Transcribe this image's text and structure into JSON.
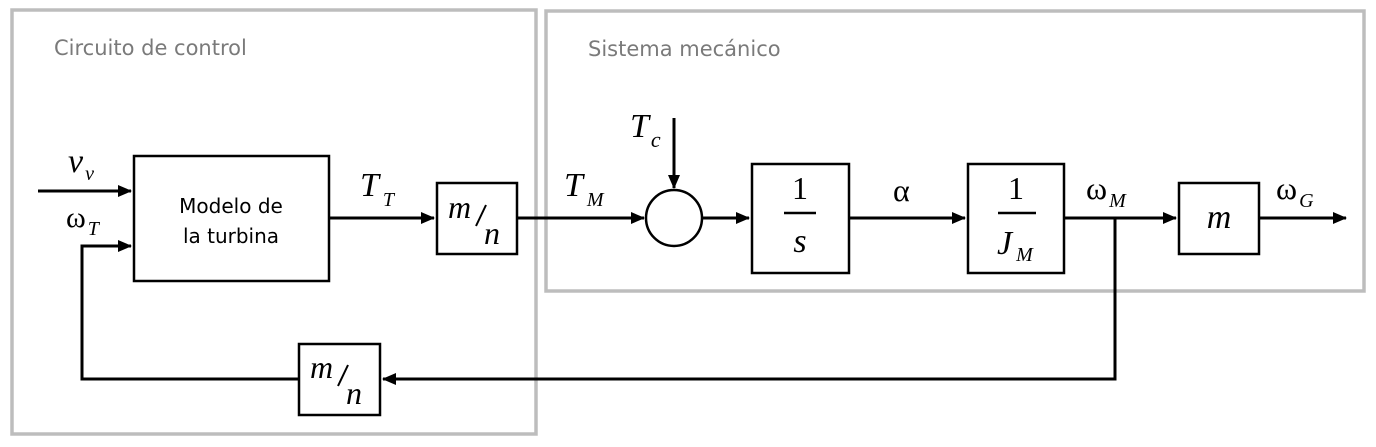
{
  "groups": {
    "control": "Circuito de control",
    "mechanical": "Sistema mecánico"
  },
  "signals": {
    "vv_main": "v",
    "vv_sub": "v",
    "wT_main": "ω",
    "wT_sub": "T",
    "TT_main": "T",
    "TT_sub": "T",
    "TM_main": "T",
    "TM_sub": "M",
    "Tc_main": "T",
    "Tc_sub": "c",
    "alpha": "α",
    "wM_main": "ω",
    "wM_sub": "M",
    "wG_main": "ω",
    "wG_sub": "G"
  },
  "blocks": {
    "turbine_line1": "Modelo de",
    "turbine_line2": "la turbina",
    "gear_num": "m",
    "gear_den": "n",
    "integrator_num": "1",
    "integrator_den": "s",
    "inertia_num": "1",
    "inertia_den_main": "J",
    "inertia_den_sub": "M",
    "gain": "m",
    "feedback_num": "m",
    "feedback_den": "n"
  },
  "colors": {
    "frame": "#bdbdbd",
    "group_label": "#7a7a7a",
    "line": "#000000"
  }
}
